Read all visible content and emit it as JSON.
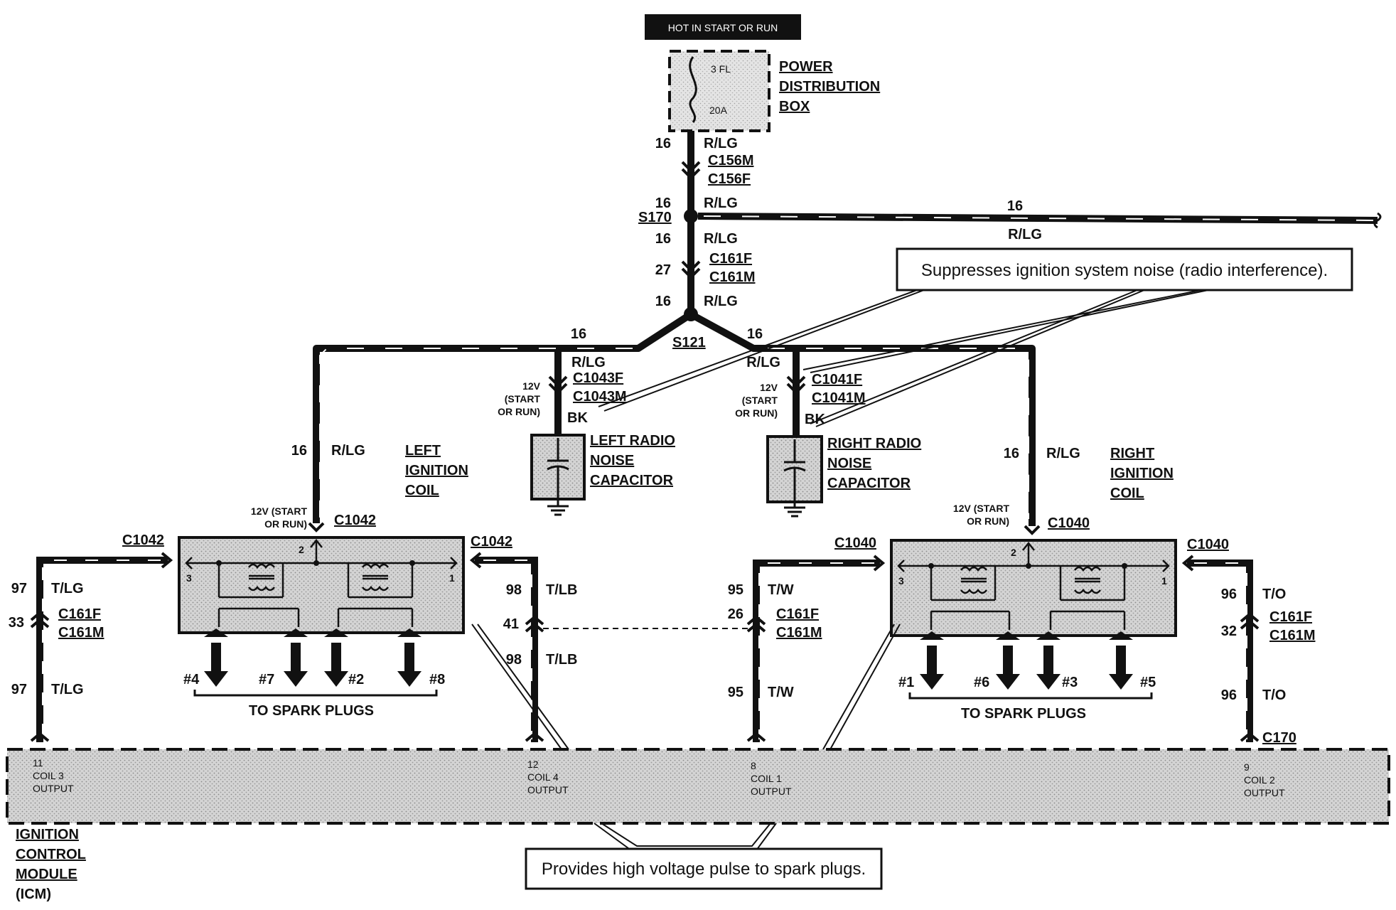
{
  "header_label": "HOT IN START OR RUN",
  "pdb": {
    "name_lines": [
      "POWER",
      "DISTRIBUTION",
      "BOX"
    ],
    "fuse": "3 FL",
    "amps": "20A"
  },
  "feed": {
    "w1_gauge": "16",
    "w1_color": "R/LG",
    "c156m": "C156M",
    "c156f": "C156F",
    "w2_gauge": "16",
    "w2_color": "R/LG",
    "s170": "S170",
    "branch_gauge": "16",
    "branch_color": "R/LG",
    "w3_gauge": "16",
    "w3_color": "R/LG",
    "c161_pin": "27",
    "c161f": "C161F",
    "c161m": "C161M",
    "w4_gauge": "16",
    "w4_color": "R/LG",
    "s121": "S121",
    "left_gauge": "16",
    "right_gauge": "16"
  },
  "callouts": {
    "noise": "Suppresses ignition system noise (radio interference).",
    "icm": "Provides high voltage pulse to spark plugs."
  },
  "left_cap": {
    "color": "R/LG",
    "conn_f": "C1043F",
    "conn_m": "C1043M",
    "v1": "12V",
    "v2": "(START",
    "v3": "OR RUN)",
    "gnd": "BK",
    "name_lines": [
      "LEFT RADIO",
      "NOISE",
      "CAPACITOR"
    ]
  },
  "right_cap": {
    "color": "R/LG",
    "conn_f": "C1041F",
    "conn_m": "C1041M",
    "v1": "12V",
    "v2": "(START",
    "v3": "OR RUN)",
    "gnd": "BK",
    "name_lines": [
      "RIGHT RADIO",
      "NOISE",
      "CAPACITOR"
    ]
  },
  "left_coil": {
    "feed_gauge": "16",
    "feed_color": "R/LG",
    "name_lines": [
      "LEFT",
      "IGNITION",
      "COIL"
    ],
    "v1": "12V (START",
    "v2": "OR RUN)",
    "conn_top": "C1042",
    "conn_left": "C1042",
    "conn_right": "C1042",
    "pin2": "2",
    "pin3": "3",
    "pin1": "1",
    "plugs": [
      "#4",
      "#7",
      "#2",
      "#8"
    ],
    "to_plugs": "TO SPARK PLUGS"
  },
  "right_coil": {
    "feed_gauge": "16",
    "feed_color": "R/LG",
    "name_lines": [
      "RIGHT",
      "IGNITION",
      "COIL"
    ],
    "v1": "12V (START",
    "v2": "OR RUN)",
    "conn_top": "C1040",
    "conn_left": "C1040",
    "conn_right": "C1040",
    "pin2": "2",
    "pin3": "3",
    "pin1": "1",
    "plugs": [
      "#1",
      "#6",
      "#3",
      "#5"
    ],
    "to_plugs": "TO SPARK PLUGS"
  },
  "wires": {
    "a_top_gauge": "97",
    "a_top_color": "T/LG",
    "a_pin": "33",
    "a_cf": "C161F",
    "a_cm": "C161M",
    "a_bot_gauge": "97",
    "a_bot_color": "T/LG",
    "b_top_gauge": "98",
    "b_top_color": "T/LB",
    "b_pin": "41",
    "b_bot_gauge": "98",
    "b_bot_color": "T/LB",
    "c_top_gauge": "95",
    "c_top_color": "T/W",
    "c_pin": "26",
    "c_cf": "C161F",
    "c_cm": "C161M",
    "c_bot_gauge": "95",
    "c_bot_color": "T/W",
    "d_top_gauge": "96",
    "d_top_color": "T/O",
    "d_pin": "32",
    "d_cf": "C161F",
    "d_cm": "C161M",
    "d_bot_gauge": "96",
    "d_bot_color": "T/O",
    "c170": "C170"
  },
  "icm": {
    "name_lines": [
      "IGNITION",
      "CONTROL",
      "MODULE",
      "(ICM)"
    ],
    "pins": [
      {
        "num": "11",
        "l1": "COIL 3",
        "l2": "OUTPUT"
      },
      {
        "num": "12",
        "l1": "COIL 4",
        "l2": "OUTPUT"
      },
      {
        "num": "8",
        "l1": "COIL 1",
        "l2": "OUTPUT"
      },
      {
        "num": "9",
        "l1": "COIL 2",
        "l2": "OUTPUT"
      }
    ]
  }
}
